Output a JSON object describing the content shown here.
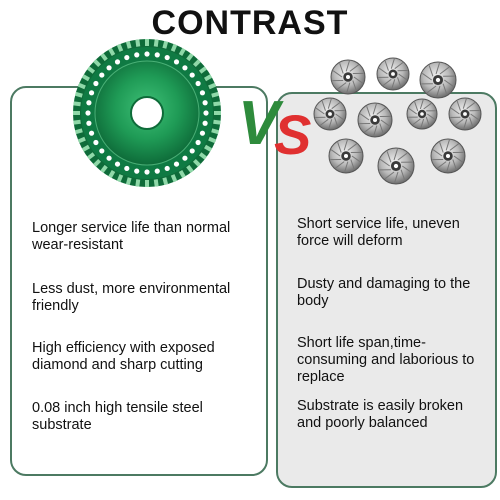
{
  "title": "CONTRAST",
  "vs": {
    "v": "V",
    "s": "S"
  },
  "left": {
    "points": [
      "Longer service life than normal wear-resistant",
      "Less dust, more environmental friendly",
      "High efficiency with exposed diamond and sharp cutting",
      "0.08 inch high tensile steel substrate"
    ]
  },
  "right": {
    "points": [
      "Short service life, uneven force will deform",
      "Dusty and damaging to the body",
      "Short life span,time-consuming and laborious to replace",
      "Substrate is easily broken and poorly balanced"
    ]
  },
  "colors": {
    "blade_green": "#1f9b56",
    "blade_dark": "#0e6b39",
    "vs_green": "#2e8b3c",
    "vs_red": "#e03030",
    "panel_border": "#4c7a62",
    "right_bg": "#eaeaea"
  }
}
